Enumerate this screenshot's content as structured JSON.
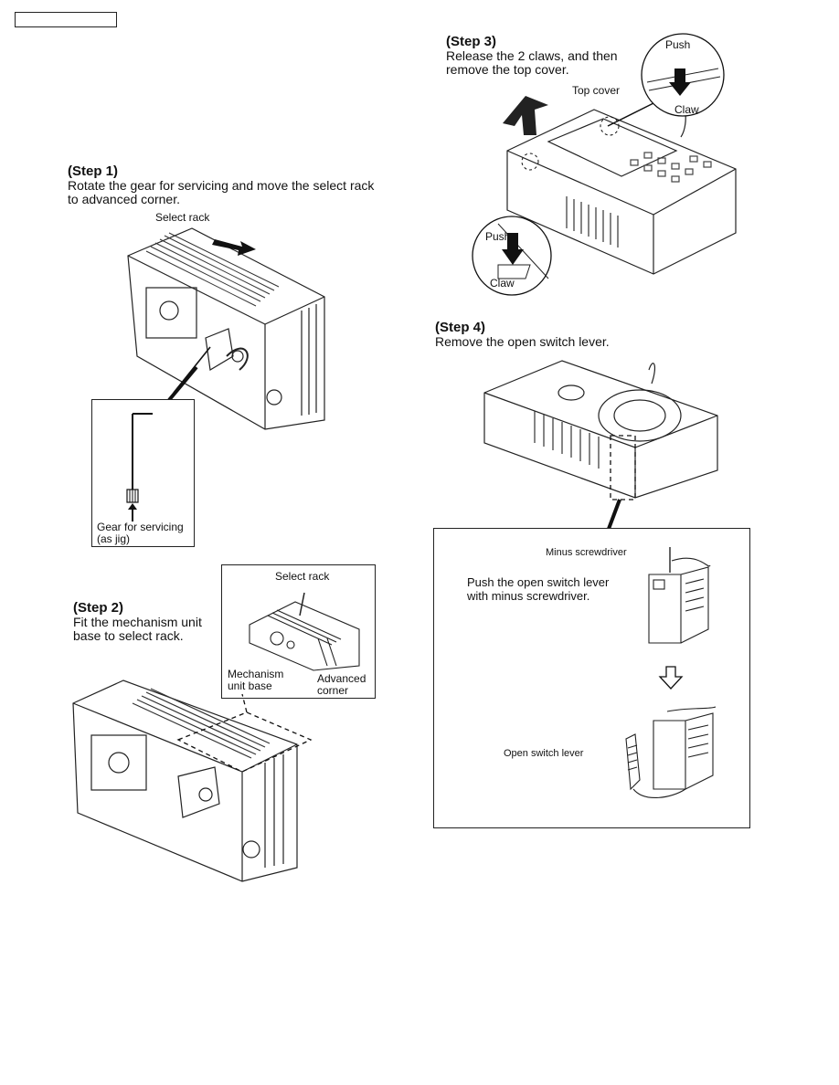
{
  "header_box": "",
  "step1": {
    "title": "(Step 1)",
    "text_line1": "Rotate the gear for servicing and move the select rack",
    "text_line2": "to advanced corner.",
    "select_rack": "Select rack",
    "gear_line1": "Gear for servicing",
    "gear_line2": "(as jig)"
  },
  "step2": {
    "title": "(Step 2)",
    "text_line1": "Fit the mechanism unit",
    "text_line2": "base to select rack.",
    "select_rack": "Select rack",
    "mech_line1": "Mechanism",
    "mech_line2": "unit base",
    "adv_line1": "Advanced",
    "adv_line2": "corner"
  },
  "step3": {
    "title": "(Step 3)",
    "text_line1": "Release the 2 claws, and then",
    "text_line2": "remove the top cover.",
    "top_cover": "Top cover",
    "push_top": "Push",
    "claw_top": "Claw",
    "push_bottom": "Push",
    "claw_bottom": "Claw"
  },
  "step4": {
    "title": "(Step 4)",
    "text": "Remove the open switch lever.",
    "minus": "Minus screwdriver",
    "push_line1": "Push the open switch lever",
    "push_line2": "with minus screwdriver.",
    "open_lever": "Open switch lever"
  }
}
